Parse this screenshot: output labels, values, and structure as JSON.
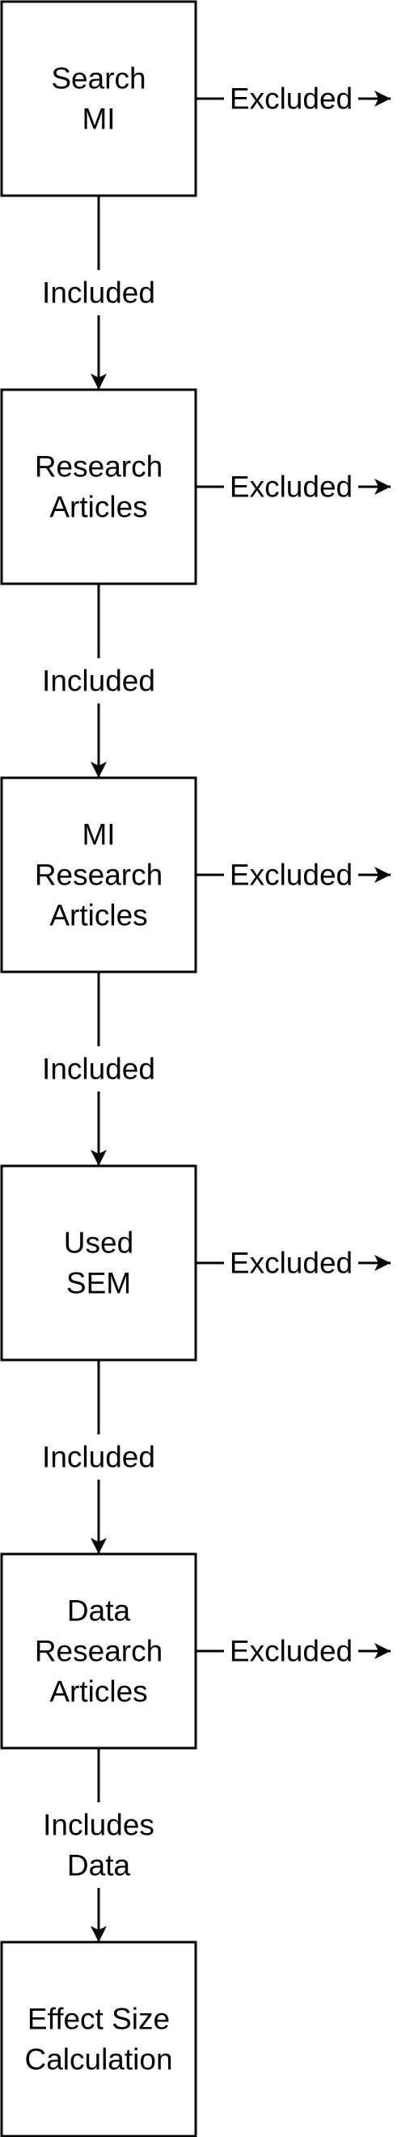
{
  "diagram": {
    "nodes": [
      {
        "id": "search-mi",
        "lines": [
          "Search",
          "MI"
        ]
      },
      {
        "id": "research-articles",
        "lines": [
          "Research",
          "Articles"
        ]
      },
      {
        "id": "mi-research-articles",
        "lines": [
          "MI",
          "Research",
          "Articles"
        ]
      },
      {
        "id": "used-sem",
        "lines": [
          "Used",
          "SEM"
        ]
      },
      {
        "id": "data-research-articles",
        "lines": [
          "Data",
          "Research",
          "Articles"
        ]
      },
      {
        "id": "effect-size-calculation",
        "lines": [
          "Effect Size",
          "Calculation"
        ]
      }
    ],
    "down_edges": [
      {
        "from": "search-mi",
        "to": "research-articles",
        "lines": [
          "Included"
        ]
      },
      {
        "from": "research-articles",
        "to": "mi-research-articles",
        "lines": [
          "Included"
        ]
      },
      {
        "from": "mi-research-articles",
        "to": "used-sem",
        "lines": [
          "Included"
        ]
      },
      {
        "from": "used-sem",
        "to": "data-research-articles",
        "lines": [
          "Included"
        ]
      },
      {
        "from": "data-research-articles",
        "to": "effect-size-calculation",
        "lines": [
          "Includes",
          "Data"
        ]
      }
    ],
    "side_edges": [
      {
        "from": "search-mi",
        "label": "Excluded"
      },
      {
        "from": "research-articles",
        "label": "Excluded"
      },
      {
        "from": "mi-research-articles",
        "label": "Excluded"
      },
      {
        "from": "used-sem",
        "label": "Excluded"
      },
      {
        "from": "data-research-articles",
        "label": "Excluded"
      }
    ]
  }
}
